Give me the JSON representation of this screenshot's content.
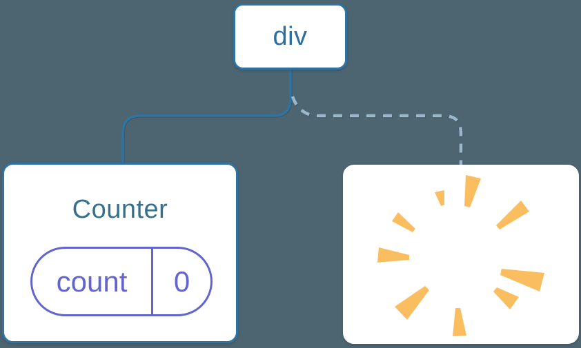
{
  "diagram": {
    "description": "Component tree: div root keeps Counter child with state; second child removed (poof)",
    "background_color": "#4d6471",
    "tree": {
      "root": {
        "label": "div"
      },
      "counter": {
        "title": "Counter",
        "state": {
          "key": "count",
          "value": "0"
        }
      },
      "removed": {
        "icon": "poof-burst-icon"
      }
    },
    "edges": [
      {
        "from": "div",
        "to": "Counter",
        "style": "solid",
        "color": "#2e74a3"
      },
      {
        "from": "div",
        "to": "removed",
        "style": "dashed",
        "color": "#9bb8cb"
      }
    ],
    "colors": {
      "node_border": "#2e74a3",
      "root_label": "#2d6fa0",
      "counter_title": "#35708f",
      "state_pill": "#6265ce",
      "burst": "#fabd60",
      "card_background": "#ffffff"
    }
  }
}
